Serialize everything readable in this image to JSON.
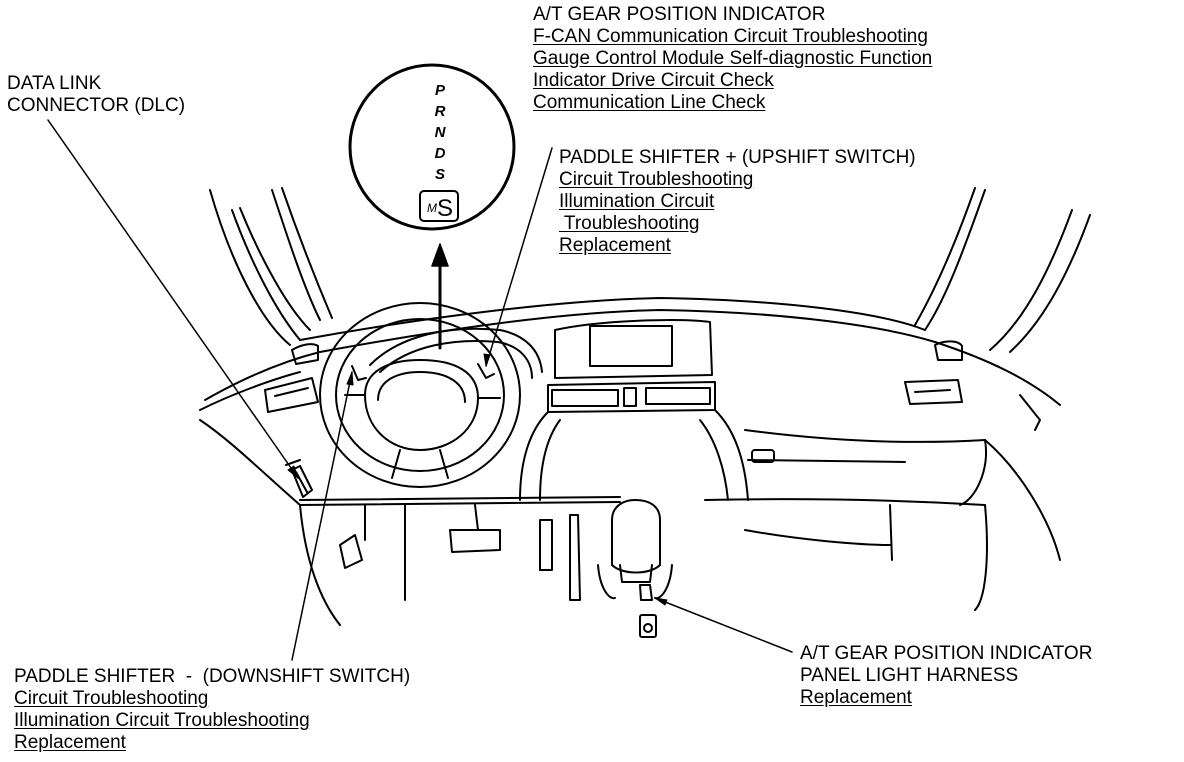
{
  "gear_indicator": {
    "title": "A/T GEAR POSITION INDICATOR",
    "links": [
      "F-CAN Communication Circuit Troubleshooting",
      "Gauge Control Module Self-diagnostic Function",
      "Indicator Drive Circuit Check",
      "Communication Line Check"
    ],
    "gears": [
      "P",
      "R",
      "N",
      "D",
      "S"
    ],
    "mode_small": "M",
    "mode_large": "S"
  },
  "dlc": {
    "title_line1": "DATA LINK",
    "title_line2": "CONNECTOR (DLC)"
  },
  "paddle_up": {
    "title": "PADDLE SHIFTER  +  (UPSHIFT SWITCH)",
    "links": [
      "Circuit Troubleshooting",
      "Illumination Circuit",
      " Troubleshooting",
      "Replacement"
    ]
  },
  "paddle_down": {
    "title": "PADDLE SHIFTER  -  (DOWNSHIFT SWITCH)",
    "links": [
      "Circuit Troubleshooting",
      "Illumination Circuit Troubleshooting",
      "Replacement"
    ]
  },
  "panel_light": {
    "title_line1": "A/T GEAR POSITION INDICATOR",
    "title_line2": "PANEL LIGHT HARNESS",
    "links": [
      "Replacement"
    ]
  }
}
